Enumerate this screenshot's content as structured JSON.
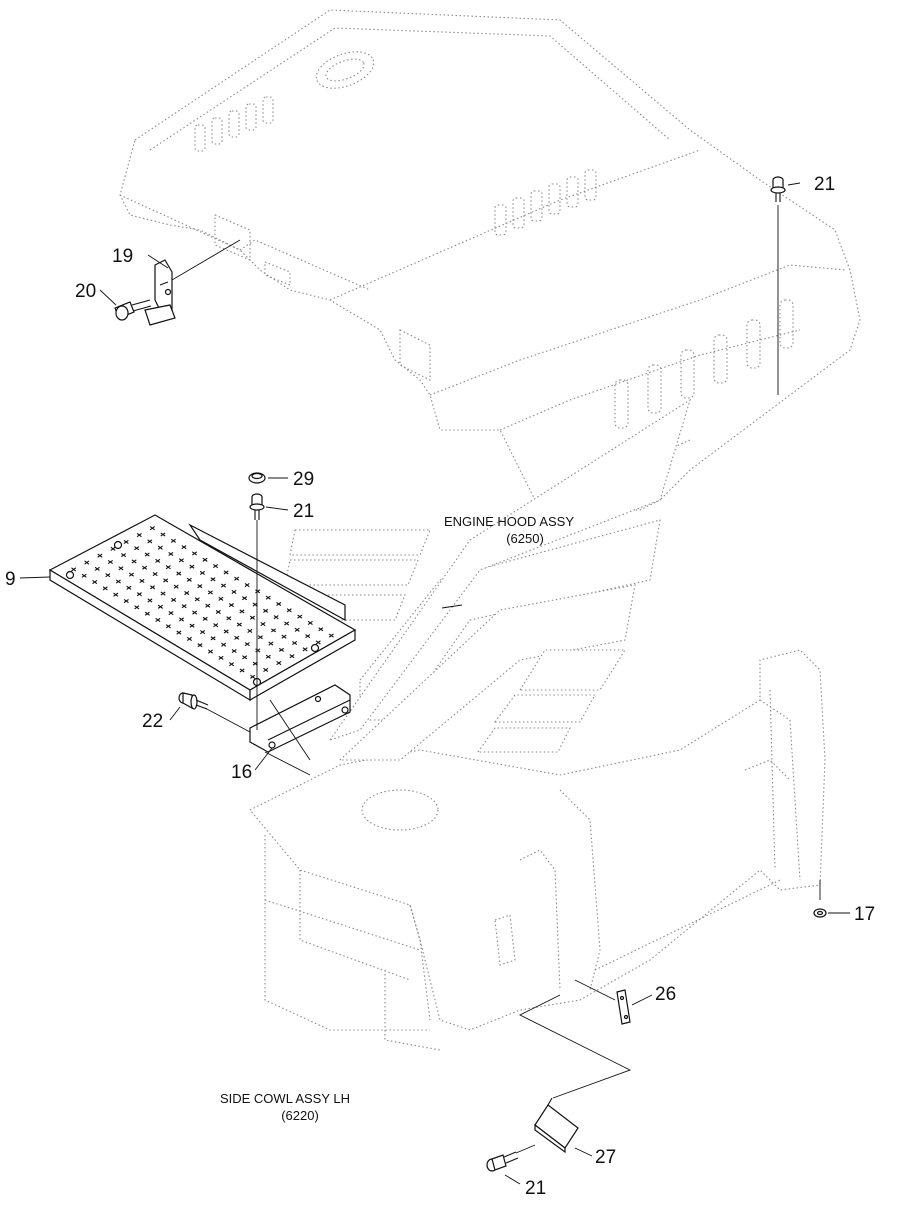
{
  "assemblies": [
    {
      "name": "ENGINE HOOD ASSY",
      "code": "(6250)"
    },
    {
      "name": "SIDE COWL ASSY LH",
      "code": "(6220)"
    }
  ],
  "callouts": {
    "c9": "9",
    "c16": "16",
    "c17": "17",
    "c19": "19",
    "c20": "20",
    "c21_top": "21",
    "c21_mid": "21",
    "c21_bottom": "21",
    "c22": "22",
    "c26": "26",
    "c27": "27",
    "c29": "29"
  }
}
